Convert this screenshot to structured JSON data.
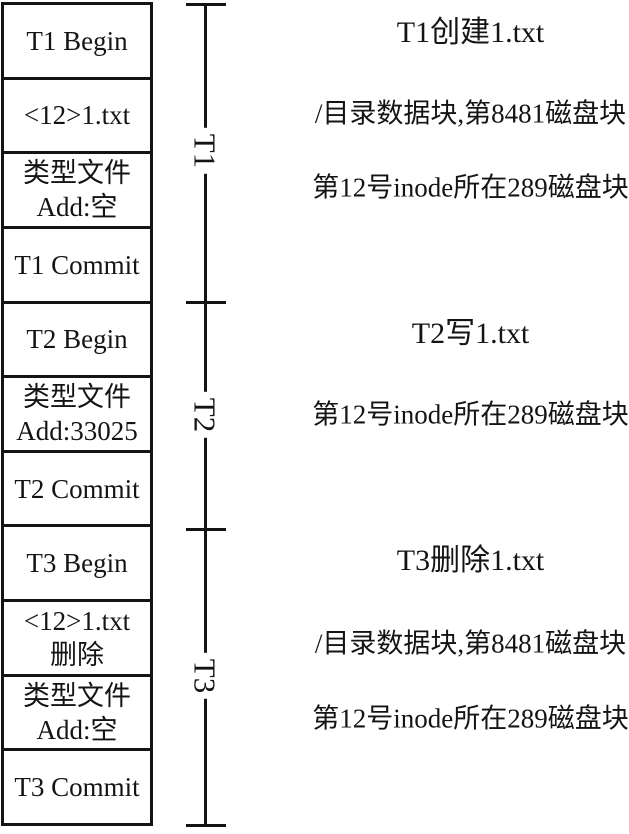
{
  "colors": {
    "ink": "#141414",
    "paper": "#ffffff"
  },
  "log_column": {
    "rows": [
      {
        "line1": "T1 Begin"
      },
      {
        "line1": "<12>1.txt"
      },
      {
        "line1": "类型文件",
        "line2": "Add:空"
      },
      {
        "line1": "T1 Commit"
      },
      {
        "line1": "T2 Begin"
      },
      {
        "line1": "类型文件",
        "line2": "Add:33025"
      },
      {
        "line1": "T2 Commit"
      },
      {
        "line1": "T3 Begin"
      },
      {
        "line1": "<12>1.txt",
        "line2": "删除"
      },
      {
        "line1": "类型文件",
        "line2": "Add:空"
      },
      {
        "line1": "T3 Commit"
      }
    ]
  },
  "timeline": {
    "label_t1": "T1",
    "label_t2": "T2",
    "label_t3": "T3"
  },
  "annotations": {
    "t1_title": "T1创建1.txt",
    "t1_line1": "/目录数据块,第8481磁盘块",
    "t1_line2": "第12号inode所在289磁盘块",
    "t2_title": "T2写1.txt",
    "t2_line1": "第12号inode所在289磁盘块",
    "t3_title": "T3删除1.txt",
    "t3_line1": "/目录数据块,第8481磁盘块",
    "t3_line2": "第12号inode所在289磁盘块"
  }
}
